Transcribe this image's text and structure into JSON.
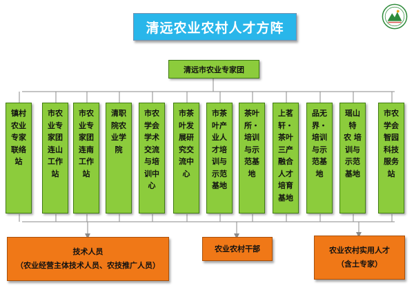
{
  "title": "清远农业农村人才方阵",
  "logo": {
    "icon": "emblem-logo-icon",
    "color": "#2e8b3a"
  },
  "expert_group": "清远市农业专家团",
  "columns": [
    {
      "lines": [
        "镇村",
        "农业",
        "专家",
        "联络",
        "站"
      ]
    },
    {
      "lines": [
        "市农",
        "业专",
        "家团",
        "连山",
        "工作",
        "站"
      ]
    },
    {
      "lines": [
        "市农",
        "业专",
        "家团",
        "连南",
        "工作",
        "站"
      ]
    },
    {
      "lines": [
        "清职",
        "院农",
        "业学",
        "院"
      ]
    },
    {
      "lines": [
        "市农",
        "学会",
        "学术",
        "交流",
        "与培",
        "训中",
        "心"
      ]
    },
    {
      "lines": [
        "市茶",
        "叶发",
        "展研",
        "究交",
        "流中",
        "心"
      ]
    },
    {
      "lines": [
        "市茶",
        "叶产",
        "业人",
        "才培",
        "训与",
        "示范",
        "基地"
      ]
    },
    {
      "lines": [
        "茶叶",
        "所・",
        "培训",
        "与示",
        "范基",
        "地"
      ]
    },
    {
      "lines": [
        "上茗",
        "轩・",
        "茶叶",
        "三产",
        "融合",
        "人才",
        "培育",
        "基地"
      ]
    },
    {
      "lines": [
        "品无",
        "界・",
        "培训",
        "与示",
        "范基",
        "地"
      ]
    },
    {
      "lines": [
        "瑶山",
        "特",
        "农 培",
        "训与",
        "示范",
        "基地"
      ]
    },
    {
      "lines": [
        "市农",
        "学会",
        "智园",
        "科技",
        "服务",
        "站"
      ]
    }
  ],
  "outputs": [
    {
      "title": "技术人员",
      "subtitle": "（农业经营主体技术人员、农技推广人员）"
    },
    {
      "title": "农业农村干部",
      "subtitle": ""
    },
    {
      "title": "农业农村实用人才",
      "subtitle": "（含土专家）"
    }
  ],
  "colors": {
    "title_bg": "#29b6ea",
    "green_box": "#8ccc3c",
    "orange_box": "#f07817",
    "connector": "#888888"
  }
}
